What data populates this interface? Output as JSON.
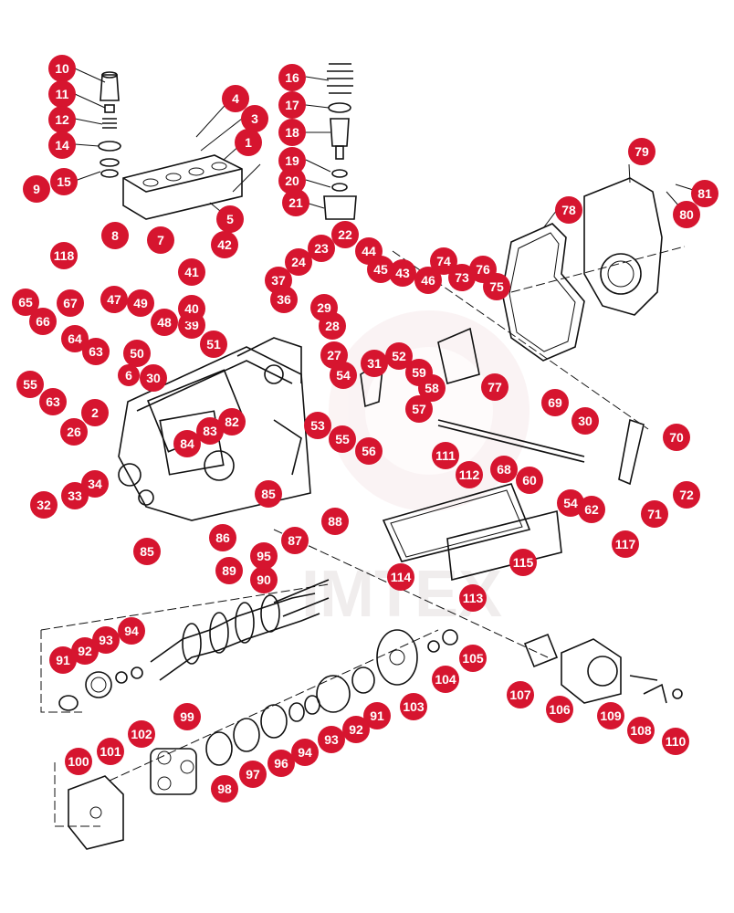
{
  "watermark": {
    "text": "IMTEX",
    "color": "#e8c4c6"
  },
  "callout_color": "#d6152f",
  "callouts": [
    "1",
    "2",
    "3",
    "4",
    "5",
    "7",
    "8",
    "9",
    "10",
    "11",
    "12",
    "14",
    "15",
    "16",
    "17",
    "18",
    "19",
    "20",
    "21",
    "22",
    "23",
    "24",
    "26",
    "27",
    "28",
    "29",
    "30",
    "30",
    "31",
    "32",
    "33",
    "34",
    "36",
    "37",
    "39",
    "40",
    "41",
    "42",
    "43",
    "44",
    "45",
    "46",
    "47",
    "48",
    "49",
    "50",
    "51",
    "52",
    "53",
    "54",
    "54",
    "55",
    "55",
    "56",
    "57",
    "58",
    "59",
    "60",
    "62",
    "63",
    "63",
    "64",
    "65",
    "66",
    "67",
    "68",
    "69",
    "70",
    "71",
    "72",
    "73",
    "74",
    "75",
    "76",
    "77",
    "78",
    "79",
    "80",
    "81",
    "82",
    "83",
    "84",
    "85",
    "85",
    "86",
    "87",
    "88",
    "89",
    "90",
    "91",
    "91",
    "92",
    "92",
    "93",
    "93",
    "94",
    "94",
    "95",
    "96",
    "97",
    "98",
    "99",
    "100",
    "101",
    "102",
    "103",
    "104",
    "105",
    "106",
    "107",
    "108",
    "109",
    "110",
    "111",
    "112",
    "113",
    "114",
    "115",
    "117",
    "118",
    "6",
    "6"
  ]
}
